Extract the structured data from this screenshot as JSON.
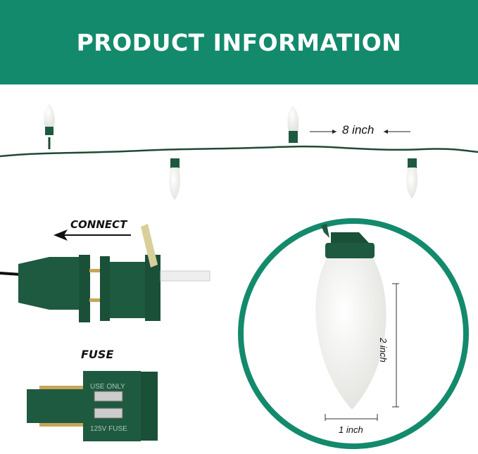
{
  "header": {
    "title": "PRODUCT INFORMATION"
  },
  "string": {
    "spacing_label": "8 inch"
  },
  "connector": {
    "connect_label": "CONNECT",
    "fuse_label": "FUSE",
    "fuse_plug_text_1": "USE ONLY",
    "fuse_plug_text_2": "125V FUSE"
  },
  "bulb": {
    "height_label": "2 inch",
    "width_label": "1 inch"
  },
  "colors": {
    "brand": "#138a6b",
    "wire": "#1f4a33",
    "plug": "#1e5a40",
    "bulb": "#f4f4f2"
  }
}
